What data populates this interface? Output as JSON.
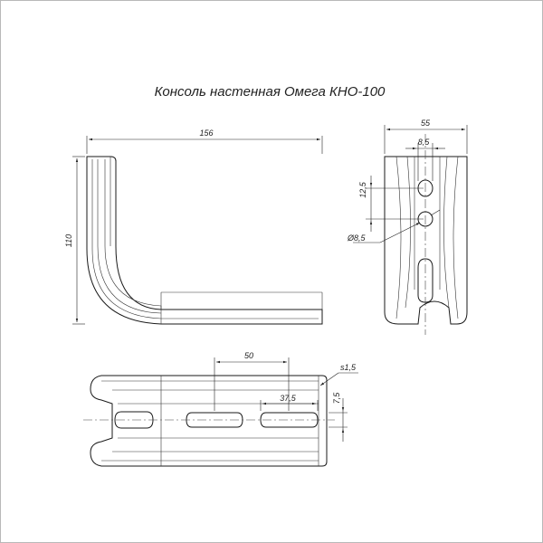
{
  "title": "Консоль настенная Омега КНО-100",
  "dimensions": {
    "side_width": "156",
    "side_height": "110",
    "end_width": "55",
    "hole_width": "8,5",
    "hole_spacing": "12,5",
    "hole_diameter": "Ø8,5",
    "slot_pitch": "50",
    "slot_length": "37,5",
    "slot_offset": "7,5",
    "thickness": "s1,5"
  }
}
